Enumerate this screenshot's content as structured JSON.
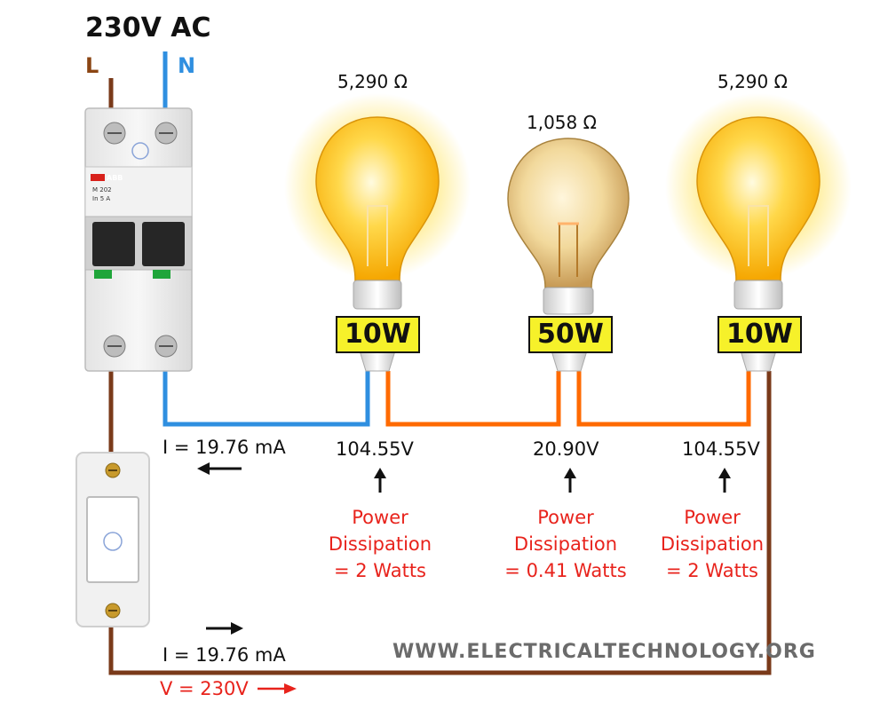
{
  "supply": {
    "title": "230V AC",
    "line_label": "L",
    "neutral_label": "N",
    "source_voltage": "V = 230V"
  },
  "breaker": {
    "brand": "ABB",
    "model": "M 202",
    "rating": "In 5 A"
  },
  "lamps": [
    {
      "resistance": "5,290 Ω",
      "wattage": "10W",
      "voltage": "104.55V",
      "power": [
        "Power",
        "Dissipation",
        "= 2 Watts"
      ]
    },
    {
      "resistance": "1,058 Ω",
      "wattage": "50W",
      "voltage": "20.90V",
      "power": [
        "Power",
        "Dissipation",
        "= 0.41 Watts"
      ]
    },
    {
      "resistance": "5,290 Ω",
      "wattage": "10W",
      "voltage": "104.55V",
      "power": [
        "Power",
        "Dissipation",
        "= 2 Watts"
      ]
    }
  ],
  "currents": {
    "top": "I = 19.76 mA",
    "bottom": "I = 19.76 mA"
  },
  "watermark": "WWW.ELECTRICALTECHNOLOGY.ORG",
  "colors": {
    "live": "#7a3a1a",
    "neutral": "#2f8fe0",
    "series": "#ff6a00",
    "annotation": "#e8231c",
    "label_bg": "#f6f12a"
  }
}
